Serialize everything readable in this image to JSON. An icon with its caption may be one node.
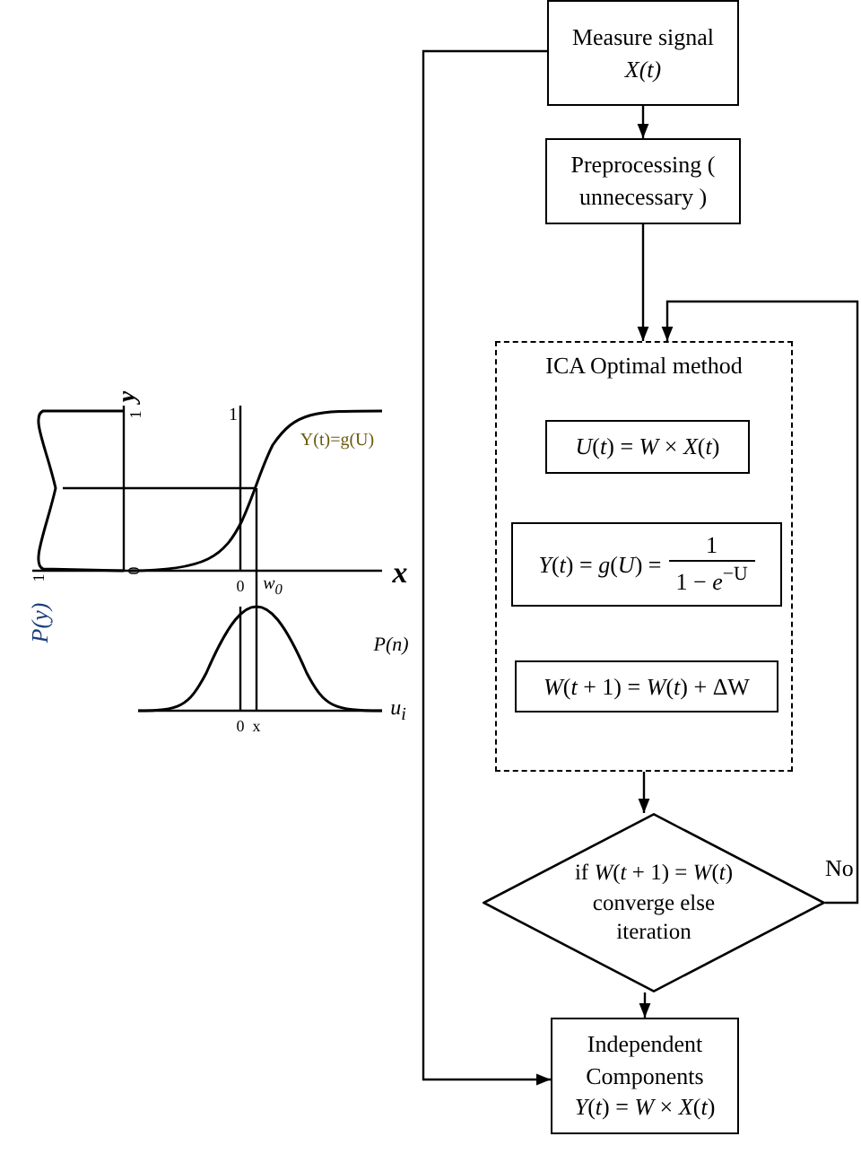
{
  "diagram": {
    "nodes": [
      {
        "text": [
          "Measure signal",
          "*X*(*t*)"
        ]
      },
      {
        "text": [
          "Preprocessing ( unnecessary )"
        ]
      },
      {
        "text": [
          "ICA Optimal method"
        ]
      },
      {
        "text": [
          "*U*(*t*) = *W* × *X*(*t*)"
        ],
        "in": 2
      },
      {
        "text": [
          "*Y*(*t*) = *g*(*U*) =",
          "1",
          "1 − *e*$^{−U}$"
        ],
        "in": 2
      },
      {
        "text": [
          "*W*(*t* + 1) = *W*(*t*) + ΔW"
        ],
        "in": 2
      },
      {
        "text": [
          "if *W*(*t* + 1) = *W*(*t*) converge else iteration"
        ]
      },
      {
        "text": [
          "Independent Components",
          "*Y*(*t*) = *W* × *X*(*t*)"
        ]
      }
    ],
    "edges": [
      {
        "from": 0,
        "to": 1,
        "arrow": "to"
      },
      {
        "from": 1,
        "to": 2,
        "arrow": "to"
      },
      {
        "from": 2,
        "to": 6,
        "arrow": "to"
      },
      {
        "from": 6,
        "to": 7,
        "arrow": "to"
      },
      {
        "from": 6,
        "to": 2,
        "arrow": "to",
        "label": "No"
      },
      {
        "from": 0,
        "to": 7,
        "arrow": "to"
      }
    ],
    "labels": [
      "y",
      "1",
      "1",
      "Y(t)=g(U)",
      "1",
      "0",
      "x",
      "0",
      "w$_{0}$",
      "P(y)",
      "P(n)",
      "0",
      "x",
      "u$_{i}$"
    ]
  }
}
